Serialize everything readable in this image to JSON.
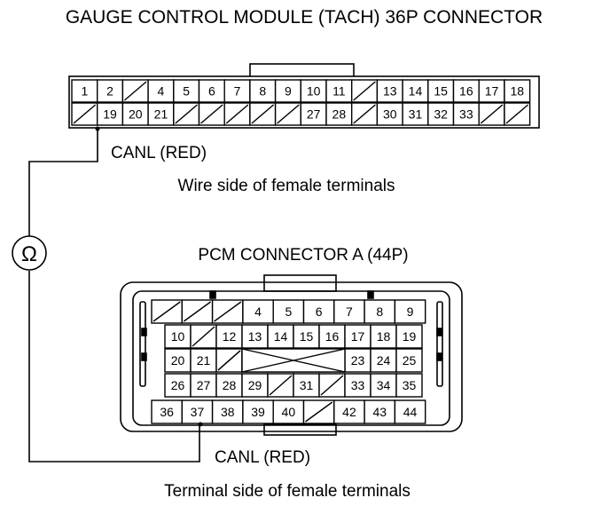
{
  "gauge": {
    "title": "GAUGE CONTROL MODULE (TACH) 36P CONNECTOR",
    "wire_label": "CANL (RED)",
    "caption": "Wire side of female terminals",
    "row1": [
      "1",
      "2",
      "",
      "4",
      "5",
      "6",
      "7",
      "8",
      "9",
      "10",
      "11",
      "",
      "13",
      "14",
      "15",
      "16",
      "17",
      "18"
    ],
    "row2": [
      "",
      "19",
      "20",
      "21",
      "",
      "",
      "",
      "",
      "",
      "27",
      "28",
      "",
      "30",
      "31",
      "32",
      "33",
      "",
      ""
    ]
  },
  "meter": {
    "symbol": "Ω"
  },
  "pcm": {
    "title": "PCM CONNECTOR A (44P)",
    "wire_label": "CANL (RED)",
    "caption": "Terminal side of female terminals",
    "row1": [
      "",
      "",
      "",
      "4",
      "5",
      "6",
      "7",
      "8",
      "9"
    ],
    "row2": [
      "10",
      "",
      "12",
      "13",
      "14",
      "15",
      "16",
      "17",
      "18",
      "19"
    ],
    "row3": [
      "20",
      "21",
      "",
      "",
      "",
      "",
      "",
      "23",
      "24",
      "25"
    ],
    "row4": [
      "26",
      "27",
      "28",
      "29",
      "",
      "31",
      "",
      "33",
      "34",
      "35"
    ],
    "row5": [
      "36",
      "37",
      "38",
      "39",
      "40",
      "",
      "42",
      "43",
      "44"
    ]
  }
}
